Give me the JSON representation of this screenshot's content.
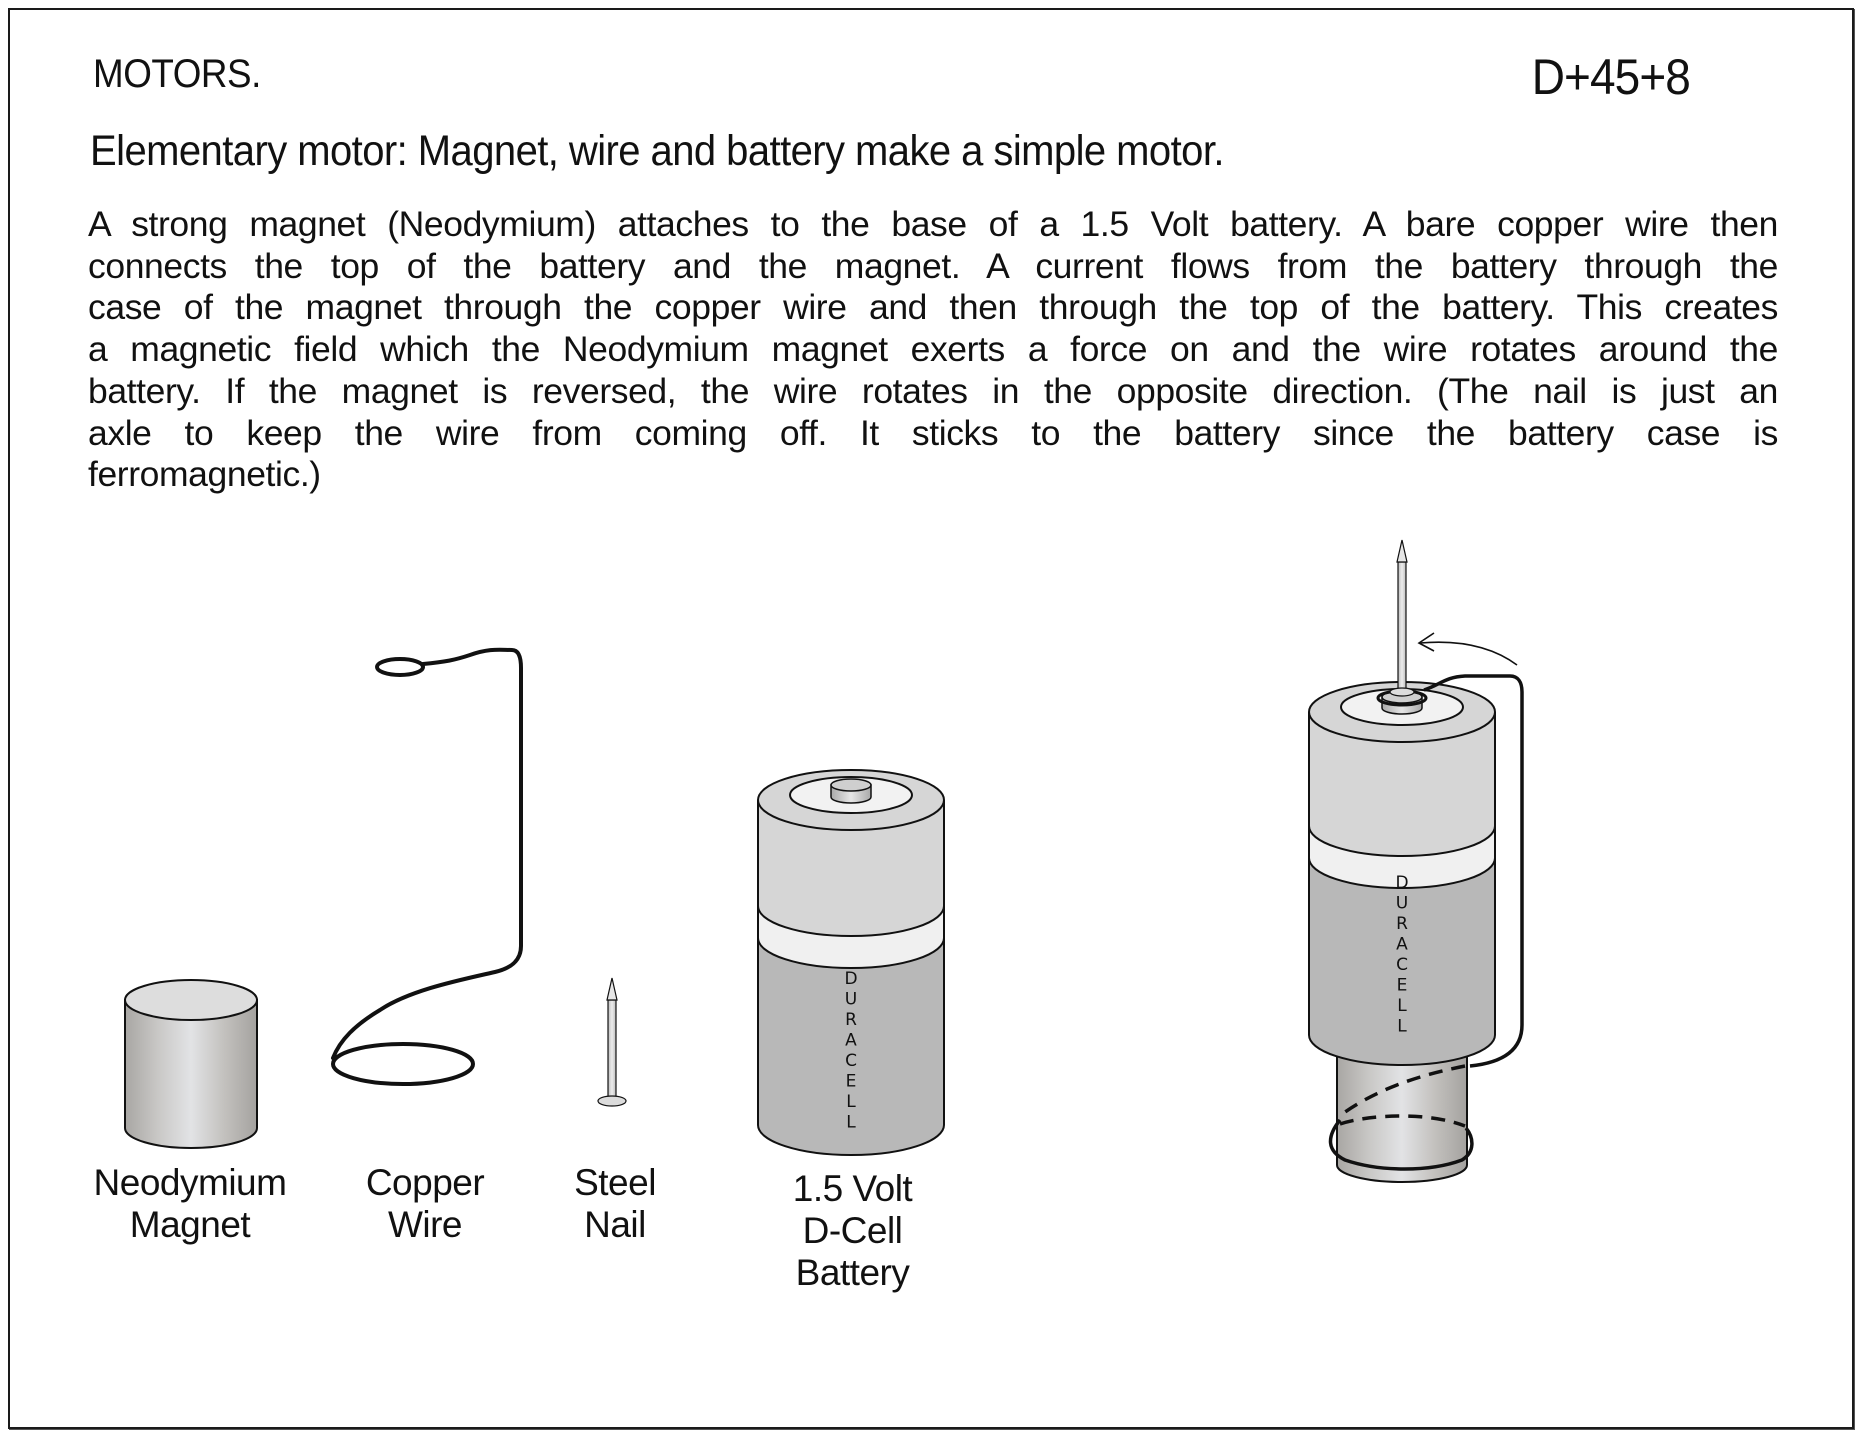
{
  "header": {
    "section_title": "MOTORS.",
    "code": "D+45+8",
    "subtitle": "Elementary motor: Magnet, wire and battery make a simple motor."
  },
  "description": {
    "lines": [
      "A strong magnet (Neodymium) attaches to the base of a 1.5 Volt battery. A bare copper wire then",
      "connects the top of the battery and the magnet. A current flows from the battery through the",
      "case of the magnet through the copper wire and then through the top of the battery. This creates",
      "a magnetic field which the Neodymium magnet exerts a force on and the wire rotates around the",
      "battery. If the magnet is reversed, the wire rotates in the opposite direction. (The nail is just an",
      "axle to keep the wire from coming off. It sticks to the battery since the battery case is",
      "ferromagnetic.)"
    ]
  },
  "components": [
    {
      "id": "magnet",
      "label_lines": [
        "Neodymium",
        "Magnet"
      ],
      "icon": "cylinder-magnet-icon"
    },
    {
      "id": "wire",
      "label_lines": [
        "Copper",
        "Wire"
      ],
      "icon": "copper-wire-icon"
    },
    {
      "id": "nail",
      "label_lines": [
        "Steel",
        "Nail"
      ],
      "icon": "steel-nail-icon"
    },
    {
      "id": "battery",
      "label_lines": [
        "1.5 Volt",
        "D-Cell",
        "Battery"
      ],
      "icon": "d-cell-battery-icon"
    }
  ],
  "battery_brand": "DURACELL",
  "assembled": {
    "icon": "homopolar-motor-assembly-icon",
    "brand": "DURACELL",
    "rotation_arrow": "counterclockwise-arrow-icon"
  },
  "colors": {
    "battery_top": "#d6d6d6",
    "battery_band": "#f0f0f0",
    "battery_body": "#b8b8b8",
    "terminal_ring": "#f2f2f2",
    "magnet_light": "#dedfe1",
    "magnet_dark": "#a8a6a3",
    "stroke": "#111111"
  }
}
